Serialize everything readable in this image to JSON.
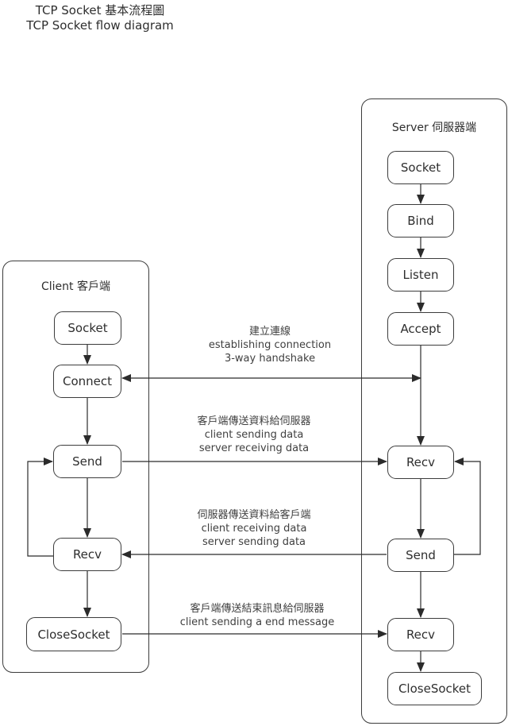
{
  "title": {
    "line1": "TCP Socket 基本流程圖",
    "line2": "TCP Socket flow diagram"
  },
  "client": {
    "title": "Client 客戶端",
    "nodes": {
      "socket": "Socket",
      "connect": "Connect",
      "send": "Send",
      "recv": "Recv",
      "close": "CloseSocket"
    }
  },
  "server": {
    "title": "Server 伺服器端",
    "nodes": {
      "socket": "Socket",
      "bind": "Bind",
      "listen": "Listen",
      "accept": "Accept",
      "recv1": "Recv",
      "send": "Send",
      "recv2": "Recv",
      "close": "CloseSocket"
    }
  },
  "annotations": {
    "handshake": {
      "l1": "建立連線",
      "l2": "establishing connection",
      "l3": "3-way handshake"
    },
    "client_send": {
      "l1": "客戶端傳送資料給伺服器",
      "l2": "client sending data",
      "l3": "server receiving data"
    },
    "server_send": {
      "l1": "伺服器傳送資料給客戶端",
      "l2": "client receiving data",
      "l3": "server sending data"
    },
    "close_msg": {
      "l1": "客戶端傳送結束訊息給伺服器",
      "l2": "client sending a end message"
    }
  },
  "colors": {
    "line": "#2b2b2b",
    "text": "#333333",
    "box_fill": "#ffffff",
    "background": "#ffffff"
  }
}
